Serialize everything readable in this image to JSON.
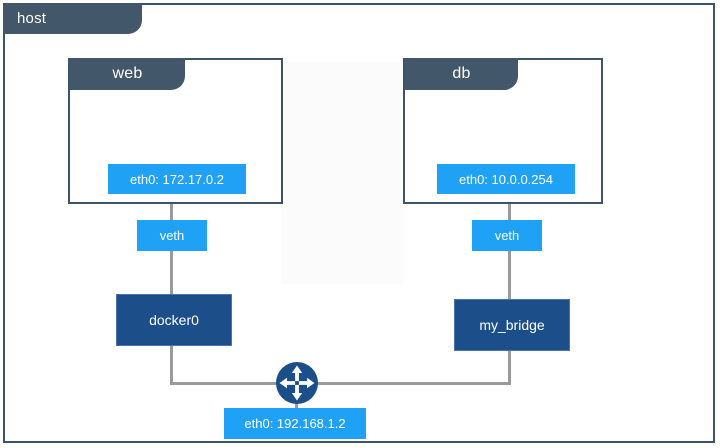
{
  "diagram": {
    "type": "network-topology",
    "title": "host",
    "host": {
      "label": "host"
    },
    "containers": [
      {
        "name": "web",
        "label": "web",
        "interface": "eth0: 172.17.0.2",
        "veth": "veth",
        "bridge": "docker0"
      },
      {
        "name": "db",
        "label": "db",
        "interface": "eth0: 10.0.0.254",
        "veth": "veth",
        "bridge": "my_bridge"
      }
    ],
    "bridges": [
      {
        "name": "docker0",
        "label": "docker0"
      },
      {
        "name": "my_bridge",
        "label": "my_bridge"
      }
    ],
    "veth_pairs": [
      {
        "label": "veth"
      },
      {
        "label": "veth"
      }
    ],
    "router": {
      "icon": "router-icon",
      "interface": "eth0: 192.168.1.2"
    },
    "colors": {
      "host_border": "#3d5468",
      "tab_fill": "#425769",
      "azure": "#1fa1f5",
      "navy": "#1c4e8a",
      "line": "#9a9a9a",
      "text_light": "#ffffff"
    }
  }
}
